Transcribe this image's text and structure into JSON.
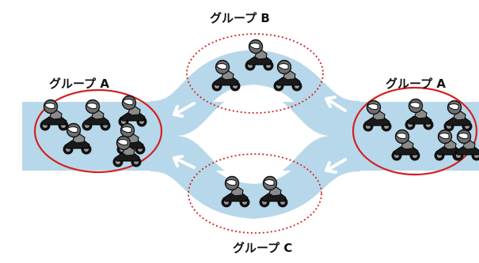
{
  "labels": {
    "left": "グループ A",
    "top": "グループ B",
    "right": "グループ A",
    "bottom": "グループ C"
  },
  "colors": {
    "road": "#b7d8ea",
    "arrow": "#ffffff",
    "solid_ring": "#d42020",
    "dotted_ring": "#d42020",
    "helmet": "#6f6f6f",
    "bike": "#111111"
  },
  "groups": [
    {
      "id": "A-left",
      "riders": 6
    },
    {
      "id": "B",
      "riders": 3
    },
    {
      "id": "A-right",
      "riders": 6
    },
    {
      "id": "C",
      "riders": 2
    }
  ]
}
